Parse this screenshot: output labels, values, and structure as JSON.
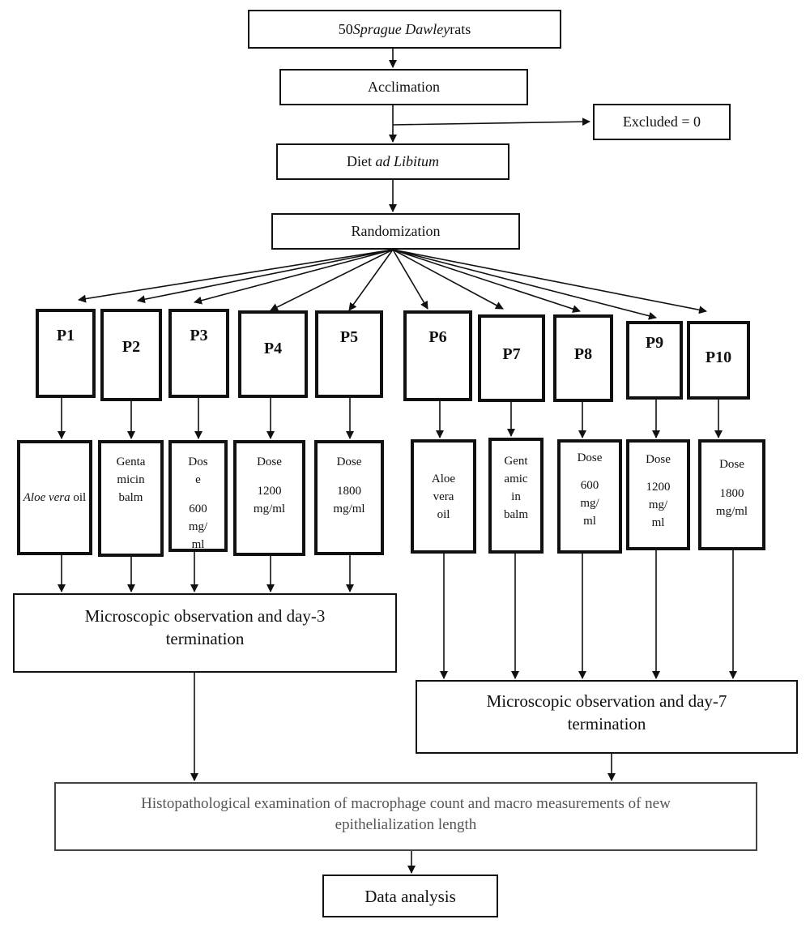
{
  "start": {
    "pre": "50 ",
    "italic": "Sprague Dawley",
    "post": " rats"
  },
  "acclimation": "Acclimation",
  "excluded": "Excluded = 0",
  "diet": {
    "pre": "Diet ",
    "italic": "ad Libitum"
  },
  "randomization": "Randomization",
  "groups": [
    "P1",
    "P2",
    "P3",
    "P4",
    "P5",
    "P6",
    "P7",
    "P8",
    "P9",
    "P10"
  ],
  "treatments": {
    "p1": {
      "italic": "Aloe vera",
      "post": " oil"
    },
    "p2": [
      "Genta",
      "micin",
      "balm"
    ],
    "p3": [
      "Dos",
      "e",
      "600",
      "mg/",
      "ml"
    ],
    "p4": [
      "Dose",
      "1200",
      "mg/ml"
    ],
    "p5": [
      "Dose",
      "1800",
      "mg/ml"
    ],
    "p6": [
      "Aloe",
      "vera",
      "oil"
    ],
    "p7": [
      "Gent",
      "amic",
      "in",
      "balm"
    ],
    "p8": [
      "Dose",
      "600",
      "mg/",
      "ml"
    ],
    "p9": [
      "Dose",
      "1200",
      "mg/",
      "ml"
    ],
    "p10": [
      "Dose",
      "1800",
      "mg/ml"
    ]
  },
  "day3": [
    "Microscopic observation and day-3",
    "termination"
  ],
  "day7": [
    "Microscopic observation and day-7",
    "termination"
  ],
  "histo": [
    "Histopathological examination of macrophage count and macro measurements of new",
    "epithelialization length"
  ],
  "analysis": "Data analysis",
  "colors": {
    "line": "#111111",
    "histo_text": "#555555"
  }
}
